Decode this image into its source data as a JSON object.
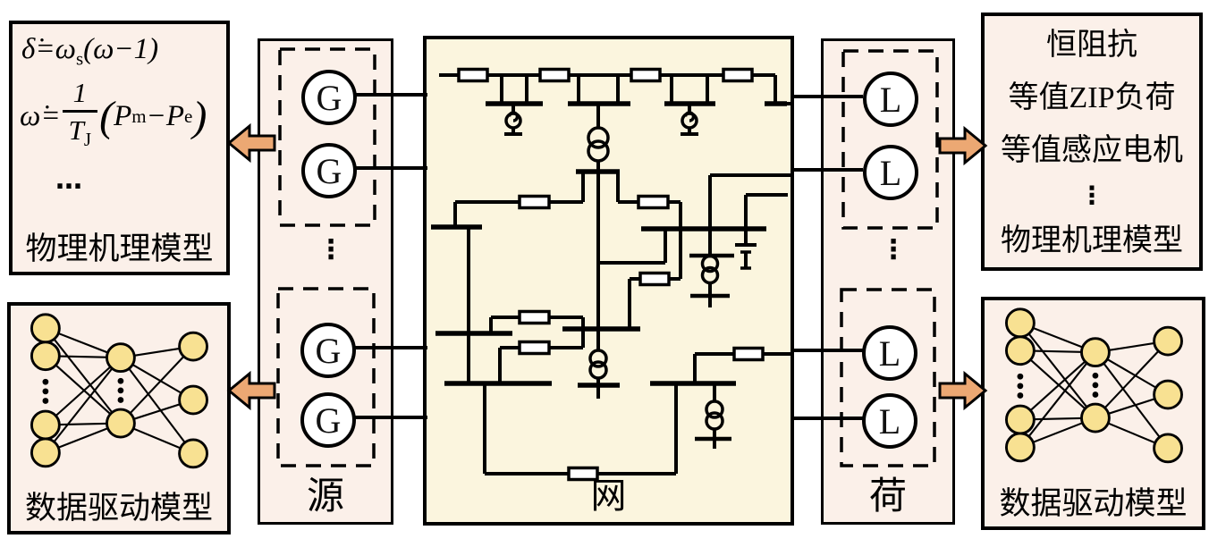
{
  "colors": {
    "panel_pink": "#FBF0E9",
    "panel_cream": "#FBF5DE",
    "arrow_orange": "#ECA873",
    "node_yellow": "#F8E192",
    "ink": "#000000"
  },
  "left_top_box": {
    "eq1": {
      "lhs": "δ̇",
      "equals": "=",
      "omega": "ω",
      "sub": "s",
      "tail": "(ω−1)"
    },
    "eq2": {
      "lhs": "ω̇",
      "equals": "=",
      "numerator": "1",
      "den_base": "T",
      "den_sub": "J",
      "open": "(",
      "p1": "P",
      "p1_sub": "m",
      "minus": "−",
      "p2": "P",
      "p2_sub": "e",
      "close": ")"
    },
    "ellipsis": "…",
    "label": "物理机理模型"
  },
  "left_bottom_box": {
    "label": "数据驱动模型"
  },
  "source_column": {
    "label": "源",
    "unit": "G",
    "ellipsis": "⋮"
  },
  "network_box": {
    "label": "网"
  },
  "load_column": {
    "label": "荷",
    "unit": "L",
    "ellipsis": "⋮"
  },
  "right_top_box": {
    "line1": "恒阻抗",
    "line2": "等值ZIP负荷",
    "line3": "等值感应电机",
    "ellipsis": "⋮",
    "label": "物理机理模型"
  },
  "right_bottom_box": {
    "label": "数据驱动模型"
  }
}
